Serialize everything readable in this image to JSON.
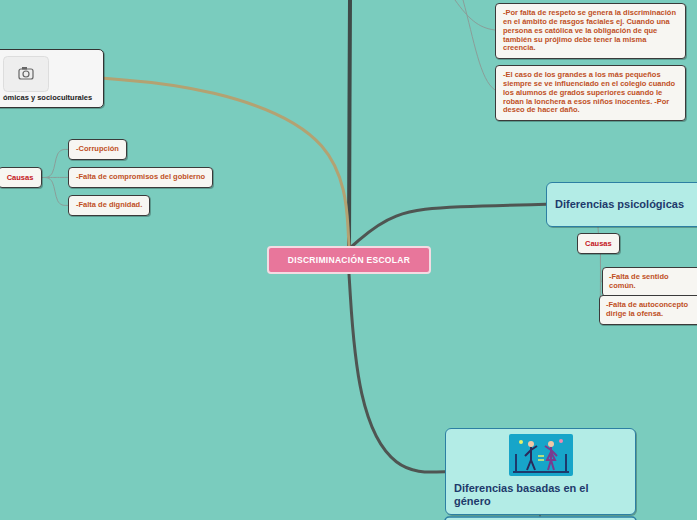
{
  "diagram": {
    "nodes": [
      {
        "text": [
          "ómicas y socioculturales"
        ]
      },
      {
        "text": [
          "-Por falta de respeto se genera la discriminación en el ámbito de rasgos faciales ej. Cuando una persona es católica ve la obligación de que también su prójimo debe tener la misma creencia."
        ]
      },
      {
        "text": [
          "-El caso de los grandes a los más pequeños siempre se ve influenciado en el colegio cuando los alumnos de grados superiores cuando le roban la lonchera a esos niños inocentes. -Por deseo de hacer daño."
        ]
      },
      {
        "text": [
          "Causas"
        ]
      },
      {
        "text": [
          "-Corrupción"
        ]
      },
      {
        "text": [
          "-Falta de compromisos del gobierno"
        ]
      },
      {
        "text": [
          "-Falta de dignidad."
        ]
      },
      {
        "text": [
          "Diferencias psicológicas"
        ]
      },
      {
        "text": [
          "Causas"
        ]
      },
      {
        "text": [
          "DISCRIMINACIÓN ESCOLAR"
        ]
      },
      {
        "text": [
          "-Falta de sentido común."
        ]
      },
      {
        "text": [
          "-Falta de autoconcepto dirige la ofensa."
        ]
      },
      {
        "text": [
          "Diferencias basadas en el género"
        ]
      }
    ],
    "edges": [
      {
        "from": 9,
        "to": 0,
        "arrow": "none"
      },
      {
        "from": 9,
        "to": 7,
        "arrow": "none"
      },
      {
        "from": 9,
        "to": 12,
        "arrow": "none"
      },
      {
        "from": 3,
        "to": 4,
        "arrow": "none"
      },
      {
        "from": 3,
        "to": 5,
        "arrow": "none"
      },
      {
        "from": 3,
        "to": 6,
        "arrow": "none"
      },
      {
        "from": 7,
        "to": 8,
        "arrow": "none"
      },
      {
        "from": 8,
        "to": 10,
        "arrow": "none"
      },
      {
        "from": 8,
        "to": 11,
        "arrow": "none"
      }
    ]
  }
}
